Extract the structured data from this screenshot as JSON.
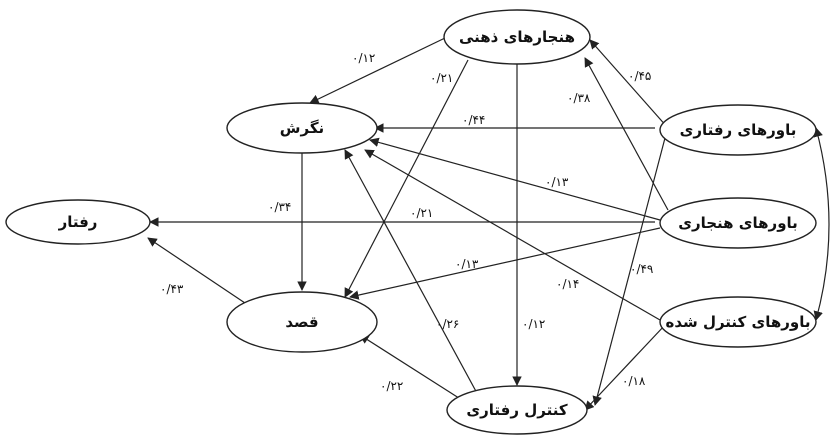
{
  "nodes": {
    "subjective_norms": "هنجارهای ذهنی",
    "attitude": "نگرش",
    "behavior": "رفتار",
    "intention": "قصد",
    "behavioral_control": "کنترل رفتاری",
    "behavioral_beliefs": "باورهای رفتاری",
    "normative_beliefs": "باورهای هنجاری",
    "control_beliefs": "باورهای کنترل شده"
  },
  "coefficients": {
    "sn_to_attitude": "۰/۱۲",
    "sn_to_intention": "۰/۲۱",
    "sn_to_control": "۰/۳۸",
    "bb_to_sn": "۰/۴۵",
    "bb_to_attitude": "۰/۴۴",
    "nb_to_attitude": "۰/۱۳",
    "attitude_to_intention": "۰/۳۴",
    "nb_to_behavior": "۰/۲۱",
    "nb_to_intention": "۰/۱۳",
    "cb_to_attitude": "۰/۱۴",
    "bb_to_control": "۰/۴۹",
    "intention_to_behavior": "۰/۴۳",
    "control_to_attitude": "۰/۲۶",
    "control_to_intention": "۰/۲۲",
    "sn_down_to_control": "۰/۱۲",
    "cb_to_control": "۰/۱۸"
  },
  "colors": {
    "stroke": "#222222",
    "background": "#ffffff",
    "text": "#111111"
  }
}
